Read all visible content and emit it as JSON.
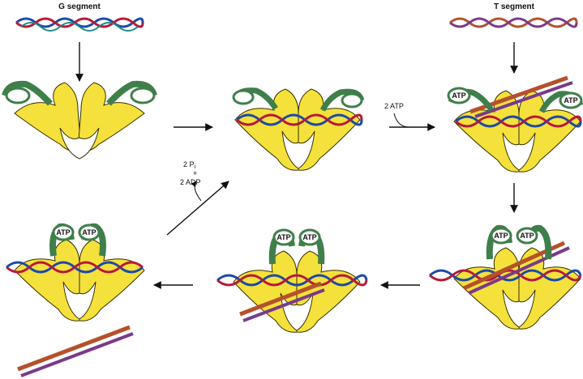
{
  "labels": {
    "g_segment": "G segment",
    "t_segment": "T segment",
    "atp_in": "2 ATP",
    "pi_main": "2 P",
    "pi_sub": "i",
    "plus": "+",
    "adp_out": "2 ADP",
    "atp": "ATP"
  },
  "colors": {
    "enzyme_yellow": "#f4e13c",
    "enzyme_outline": "#3a3000",
    "clamp_green": "#3f7f4a",
    "g_strand_a": "#1a4aa8",
    "g_strand_b": "#1f8a86",
    "g_strand_c": "#b51a3a",
    "t_strand_a": "#b5512a",
    "t_strand_b": "#7a3a8a",
    "arrow": "#111111"
  },
  "icons": [
    "arrow-right",
    "arrow-down",
    "arrow-left",
    "curved-arrow"
  ]
}
